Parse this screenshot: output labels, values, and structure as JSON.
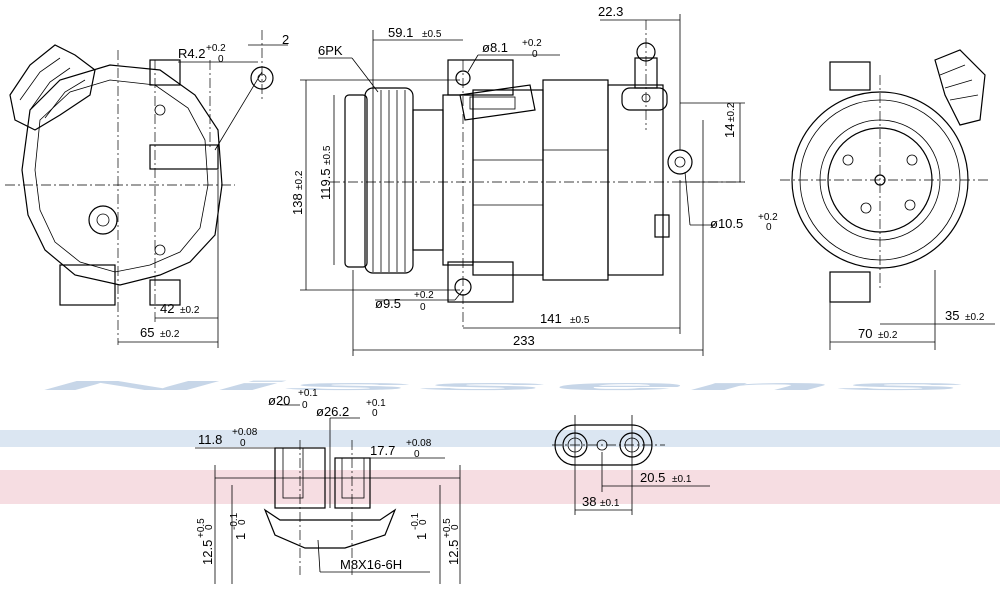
{
  "watermark": "Nissens",
  "stripe_colors": {
    "blue": "#dbe6f2",
    "pink": "#f6dde2"
  },
  "labels": {
    "r42": "R4.2",
    "r42_tol": "+0.2",
    "r42_tol_low": "0",
    "tab_2": "2",
    "d59": "59.1",
    "d59_tol": "±0.5",
    "pk": "6PK",
    "d81": "ø8.1",
    "d81_tol": "+0.2",
    "d81_tol_low": "0",
    "d223": "22.3",
    "d14": "14",
    "d14_tol": "±0.2",
    "d138": "138",
    "d138_tol": "±0.2",
    "d1195": "119.5",
    "d1195_tol": "±0.5",
    "d105": "ø10.5",
    "d105_tol": "+0.2",
    "d105_tol_low": "0",
    "d95": "ø9.5",
    "d95_tol": "+0.2",
    "d95_tol_low": "0",
    "d141": "141",
    "d141_tol": "±0.5",
    "d233": "233",
    "d42": "42",
    "d42_tol": "±0.2",
    "d65": "65",
    "d65_tol": "±0.2",
    "d70": "70",
    "d70_tol": "±0.2",
    "d35": "35",
    "d35_tol": "±0.2",
    "d20": "ø20",
    "d20_tol": "+0.1",
    "d20_tol_low": "0",
    "d262": "ø26.2",
    "d262_tol": "+0.1",
    "d262_tol_low": "0",
    "d118": "11.8",
    "d118_tol": "+0.08",
    "d118_tol_low": "0",
    "d177": "17.7",
    "d177_tol": "+0.08",
    "d177_tol_low": "0",
    "d125": "12.5",
    "d125_tol": "+0.5",
    "d125_tol_low": "0",
    "d1_0": "1",
    "d1_0_tol": "-0.1",
    "d1_0_tol_low": "0",
    "thread": "M8X16-6H",
    "d205": "20.5",
    "d205_tol": "±0.1",
    "d38": "38",
    "d38_tol": "±0.1"
  }
}
